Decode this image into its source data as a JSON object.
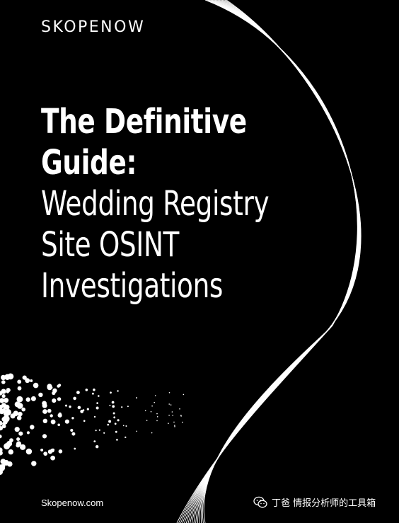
{
  "brand": {
    "name": "SKOPENOW"
  },
  "title": {
    "line1": "The Definitive",
    "line2": "Guide:",
    "line3": "Wedding Registry",
    "line4": "Site OSINT",
    "line5": "Investigations"
  },
  "footer": {
    "website": "Skopenow.com",
    "watermark": "丁爸 情报分析师的工具箱"
  },
  "colors": {
    "background": "#000000",
    "foreground": "#ffffff"
  },
  "icons": {
    "wechat": "wechat-icon"
  }
}
